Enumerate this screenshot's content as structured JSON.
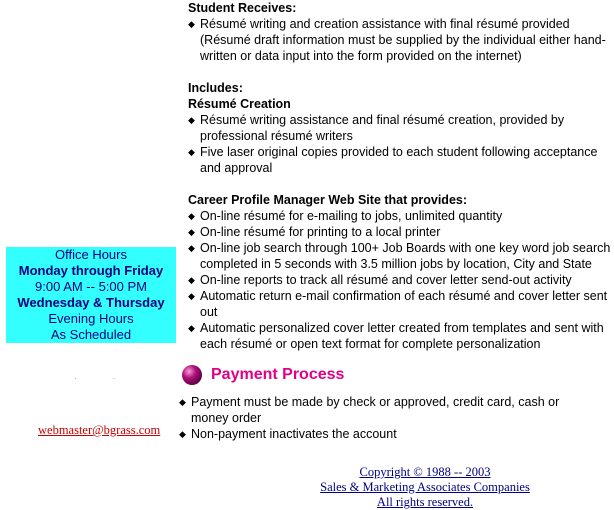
{
  "student_receives": {
    "heading": "Student Receives:",
    "items": [
      "Résumé writing and creation assistance with final résumé provided (Résumé draft information must be supplied by the individual either hand- written or data input into the form provided on the internet)"
    ]
  },
  "includes": {
    "heading": "Includes:",
    "subheading": "Résumé Creation",
    "items": [
      "Résumé writing assistance and final résumé creation, provided by professional résumé writers",
      "Five laser original copies provided to each student following acceptance and approval"
    ]
  },
  "career_profile": {
    "heading": "Career Profile Manager Web Site that provides:",
    "items": [
      "On-line résumé for e-mailing to jobs, unlimited quantity",
      "On-line résumé for printing to a local printer",
      "On-line job search through 100+ Job Boards with one key word job search completed in 5 seconds with 3.5 million jobs by location, City and State",
      "On-line reports to track all résumé and cover letter send-out activity",
      "Automatic return e-mail confirmation of each résumé and cover letter sent out",
      "Automatic personalized cover letter created from templates and sent with each résumé or open text format for complete personalization"
    ]
  },
  "office_hours": {
    "title": "Office Hours",
    "days1": "Monday through Friday",
    "hours1": "9:00 AM -- 5:00 PM",
    "days2": "Wednesday & Thursday",
    "line5": "Evening Hours",
    "line6": "As Scheduled",
    "background": "#33ffff"
  },
  "payment": {
    "title": "Payment Process",
    "title_color": "#e0008a",
    "items": [
      "Payment must be made by check or approved, credit card, cash or money order",
      "Non-payment inactivates the account"
    ]
  },
  "email": {
    "label": "webmaster@bgrass.com",
    "color": "#cc0000"
  },
  "footer": {
    "copyright": "Copyright © 1988 -- 2003",
    "company": "Sales & Marketing Associates Companies",
    "rights": "All rights reserved."
  },
  "icons": {
    "bullet": "diamond-bullet-icon",
    "ball": "magenta-ball-icon"
  }
}
